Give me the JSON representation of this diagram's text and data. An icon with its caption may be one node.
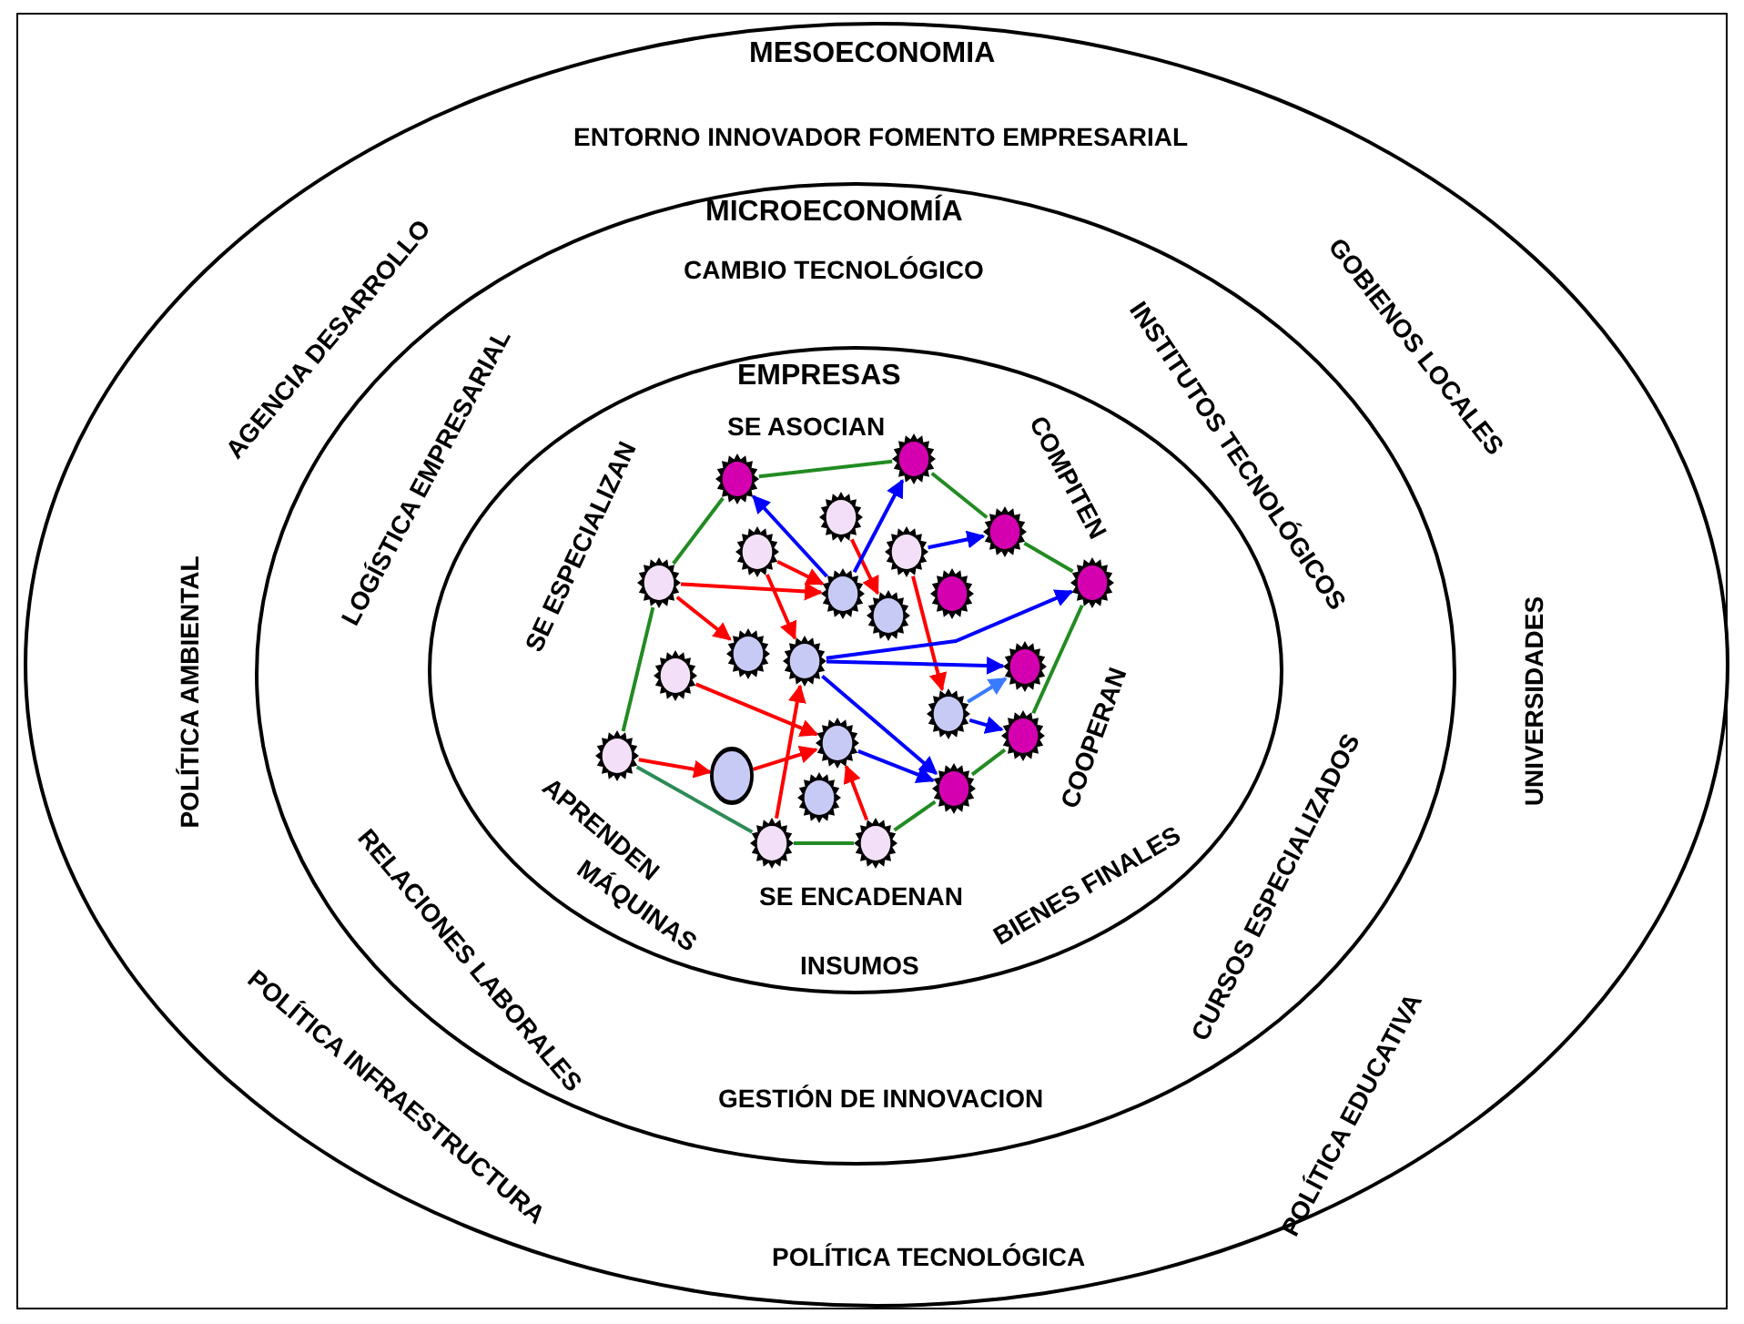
{
  "diagram": {
    "nodes": [
      {
        "text": [
          "MESOECONOMIA",
          "ENTORNO INNOVADOR FOMENTO EMPRESARIAL",
          "POLÍTICA AMBIENTAL",
          "UNIVERSIDADES",
          "POLÍTICA TECNOLÓGICA"
        ]
      },
      {
        "text": [
          "MICROECONOMÍA",
          "CAMBIO TECNOLÓGICO",
          "GESTIÓN DE INNOVACION"
        ],
        "in": 0
      },
      {
        "text": [
          "EMPRESAS",
          "SE ASOCIAN",
          "SE ESPECIALIZAN",
          "COMPITEN",
          "COOPERAN",
          "APRENDEN",
          "SE ENCADENAN"
        ],
        "in": 1
      },
      {
        "text": [],
        "shape": "star",
        "in": 2
      },
      {
        "text": [],
        "shape": "star",
        "in": 2
      },
      {
        "text": [],
        "shape": "star",
        "in": 2
      },
      {
        "text": [],
        "shape": "star",
        "in": 2
      },
      {
        "text": [],
        "shape": "star",
        "in": 2
      },
      {
        "text": [],
        "shape": "star",
        "in": 2
      },
      {
        "text": [],
        "shape": "star",
        "in": 2
      },
      {
        "text": [],
        "shape": "star",
        "in": 2
      },
      {
        "text": [],
        "shape": "star",
        "in": 2
      },
      {
        "text": [],
        "shape": "star",
        "in": 2
      },
      {
        "text": [],
        "shape": "star",
        "in": 2
      },
      {
        "text": [],
        "shape": "star",
        "in": 2
      },
      {
        "text": [],
        "shape": "star",
        "in": 2
      },
      {
        "text": [],
        "shape": "star",
        "in": 2
      },
      {
        "text": [],
        "shape": "star",
        "in": 2
      },
      {
        "text": [],
        "shape": "star",
        "in": 2
      },
      {
        "text": [],
        "shape": "star",
        "in": 2
      },
      {
        "text": [],
        "shape": "star",
        "in": 2
      },
      {
        "text": [],
        "shape": "star",
        "in": 2
      },
      {
        "text": [],
        "shape": "circle",
        "in": 2
      },
      {
        "text": [],
        "shape": "star",
        "in": 2
      },
      {
        "text": [],
        "shape": "star",
        "in": 2
      },
      {
        "text": [],
        "shape": "star",
        "in": 2
      },
      {
        "text": [],
        "shape": "star",
        "in": 2
      }
    ],
    "edges": [
      {
        "from": 9,
        "to": 11,
        "arrow": "to"
      },
      {
        "from": 9,
        "to": 15,
        "arrow": "to"
      },
      {
        "from": 7,
        "to": 11,
        "arrow": "to"
      },
      {
        "from": 7,
        "to": 16,
        "arrow": "to"
      },
      {
        "from": 5,
        "to": 13,
        "arrow": "to"
      },
      {
        "from": 8,
        "to": 19,
        "arrow": "to"
      },
      {
        "from": 17,
        "to": 18,
        "arrow": "to"
      },
      {
        "from": 21,
        "to": 22,
        "arrow": "to"
      },
      {
        "from": 22,
        "to": 18,
        "arrow": "to"
      },
      {
        "from": 25,
        "to": 16,
        "arrow": "to"
      },
      {
        "from": 26,
        "to": 18,
        "arrow": "to"
      },
      {
        "from": 11,
        "to": 4,
        "arrow": "to",
        "color": "#0000ff"
      },
      {
        "from": 11,
        "to": 3,
        "arrow": "to",
        "color": "#0000ff"
      },
      {
        "from": 8,
        "to": 6,
        "arrow": "to",
        "color": "#0000ff"
      },
      {
        "from": 16,
        "to": 14,
        "arrow": "to",
        "color": "#0000ff"
      },
      {
        "from": 16,
        "to": 10,
        "arrow": "to",
        "color": "#0000ff"
      },
      {
        "from": 16,
        "to": 23,
        "arrow": "to",
        "color": "#0000ff"
      },
      {
        "from": 18,
        "to": 23,
        "arrow": "to",
        "color": "#0000ff"
      },
      {
        "from": 19,
        "to": 20,
        "arrow": "to",
        "color": "#0000ff"
      },
      {
        "from": 19,
        "to": 14,
        "arrow": "to",
        "color": "#3a7aff"
      },
      {
        "from": 4,
        "to": 3,
        "arrow": "none",
        "color": "#228b22"
      },
      {
        "from": 3,
        "to": 6,
        "arrow": "none",
        "color": "#228b22"
      },
      {
        "from": 6,
        "to": 10,
        "arrow": "none",
        "color": "#228b22"
      },
      {
        "from": 10,
        "to": 20,
        "arrow": "none",
        "color": "#228b22"
      },
      {
        "from": 20,
        "to": 23,
        "arrow": "none",
        "color": "#228b22"
      },
      {
        "from": 23,
        "to": 26,
        "arrow": "none",
        "color": "#228b22"
      },
      {
        "from": 26,
        "to": 25,
        "arrow": "none",
        "color": "#228b22"
      },
      {
        "from": 25,
        "to": 21,
        "arrow": "none",
        "color": "#2e8b57"
      },
      {
        "from": 21,
        "to": 9,
        "arrow": "none",
        "color": "#228b22"
      },
      {
        "from": 9,
        "to": 4,
        "arrow": "none",
        "color": "#228b22"
      }
    ],
    "labels": [
      "AGENCIA DESARROLLO",
      "GOBIENOS LOCALES",
      "LOGÍSTICA EMPRESARIAL",
      "INSTITUTOS TECNOLÓGICOS",
      "RELACIONES LABORALES",
      "MÁQUINAS",
      "BIENES FINALES",
      "CURSOS ESPECIALIZADOS",
      "INSUMOS",
      "POLÍTICA INFRAESTRUCTURA",
      "POLÍTICA EDUCATIVA"
    ]
  }
}
